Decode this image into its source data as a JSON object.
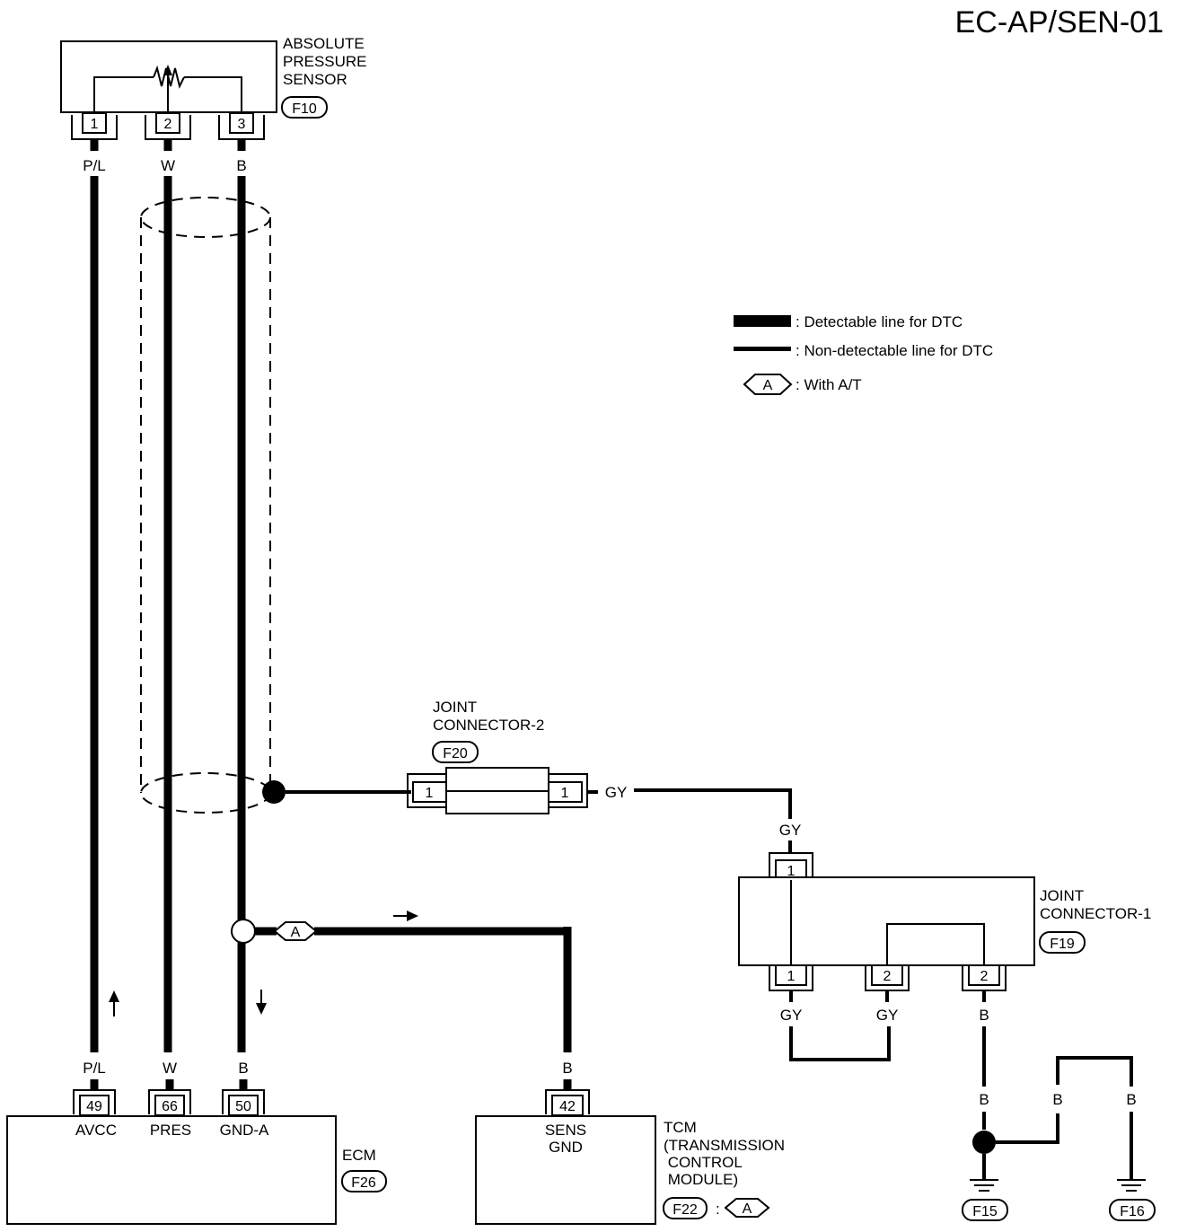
{
  "page_code": "EC-AP/SEN-01",
  "sensor": {
    "name_lines": [
      "ABSOLUTE",
      "PRESSURE",
      "SENSOR"
    ],
    "connector": "F10",
    "pins": [
      "1",
      "2",
      "3"
    ],
    "wire_colors": [
      "P/L",
      "W",
      "B"
    ]
  },
  "ecm": {
    "name": "ECM",
    "connector": "F26",
    "pins": [
      "49",
      "66",
      "50"
    ],
    "wire_colors": [
      "P/L",
      "W",
      "B"
    ],
    "terminals": [
      "AVCC",
      "PRES",
      "GND-A"
    ]
  },
  "tcm": {
    "name_lines": [
      "TCM",
      "(TRANSMISSION",
      " CONTROL",
      " MODULE)"
    ],
    "connector": "F22",
    "colon": ":",
    "option": "A",
    "pin": "42",
    "wire_color": "B",
    "terminal_lines": [
      "SENS",
      "GND"
    ]
  },
  "joint_connector_2": {
    "name_lines": [
      "JOINT",
      "CONNECTOR-2"
    ],
    "connector": "F20",
    "pins": [
      "1",
      "1"
    ],
    "wire_color": "GY"
  },
  "joint_connector_1": {
    "name_lines": [
      "JOINT",
      "CONNECTOR-1"
    ],
    "connector": "F19",
    "top_pin": "1",
    "top_wire": "GY",
    "bottom_pins": [
      "1",
      "2",
      "2"
    ],
    "bottom_wires": [
      "GY",
      "GY",
      "B"
    ]
  },
  "grounds": {
    "wire_colors": [
      "B",
      "B",
      "B"
    ],
    "connectors": [
      "F15",
      "F16"
    ]
  },
  "option_marker": "A",
  "legend": {
    "detectable": ": Detectable line for DTC",
    "non_detectable": ": Non-detectable line for DTC",
    "with_at_symbol": "A",
    "with_at": ": With A/T"
  }
}
